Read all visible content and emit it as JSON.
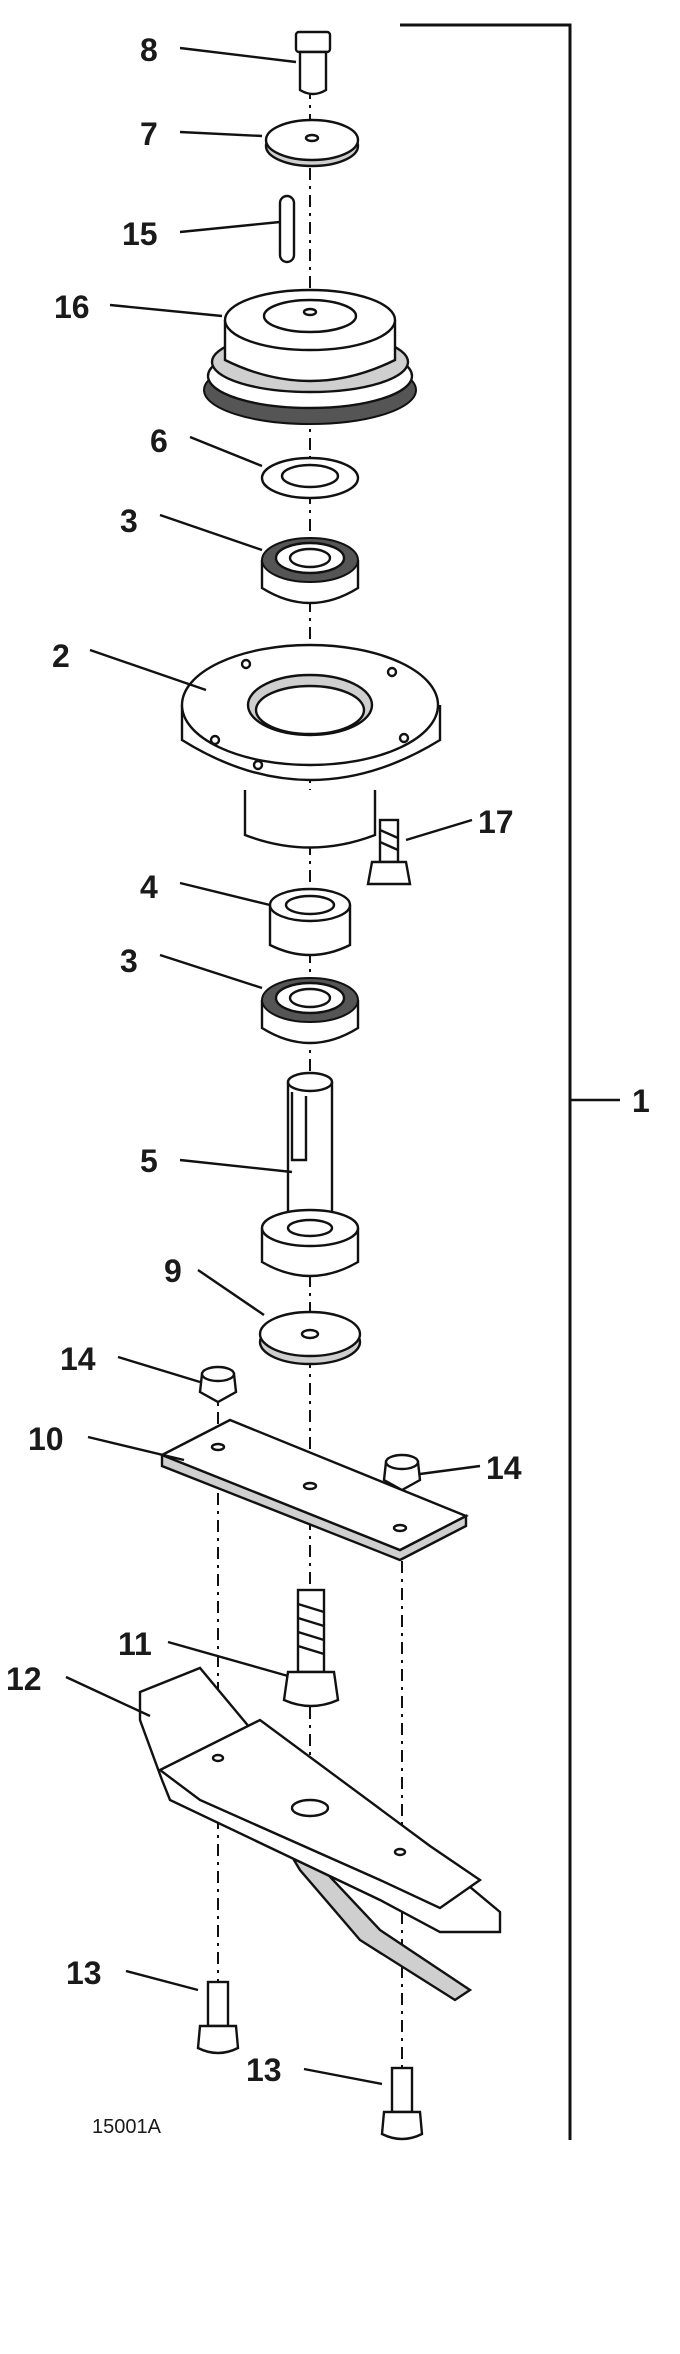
{
  "figure_id": "15001A",
  "callouts": {
    "p1": "1",
    "p2": "2",
    "p3a": "3",
    "p3b": "3",
    "p4": "4",
    "p5": "5",
    "p6": "6",
    "p7": "7",
    "p8": "8",
    "p9": "9",
    "p10": "10",
    "p11": "11",
    "p12": "12",
    "p13a": "13",
    "p13b": "13",
    "p14a": "14",
    "p14b": "14",
    "p15": "15",
    "p16": "16",
    "p17": "17"
  }
}
